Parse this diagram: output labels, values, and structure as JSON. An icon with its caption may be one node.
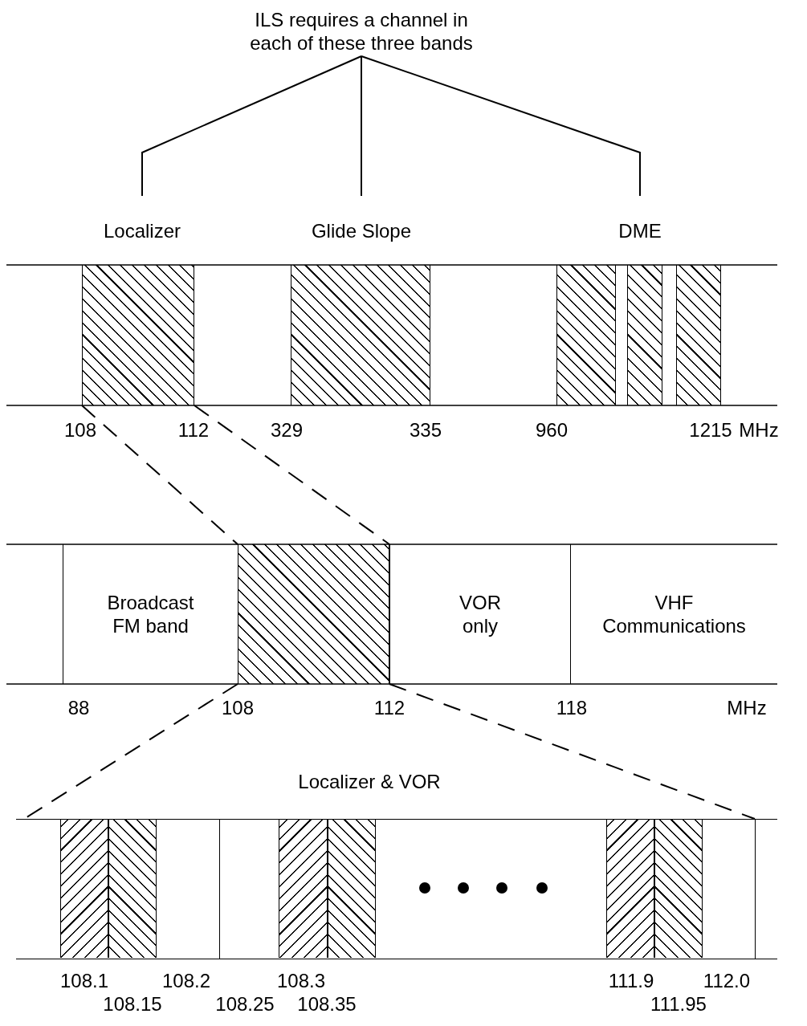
{
  "diagram": {
    "nodes": [
      {
        "text": [
          "ILS requires a channel in each of these three bands"
        ]
      },
      {
        "text": [
          "Localizer"
        ]
      },
      {
        "text": [
          "Glide Slope"
        ]
      },
      {
        "text": [
          "DME"
        ]
      },
      {
        "text": [],
        "shape": "box"
      },
      {
        "text": [],
        "shape": "box"
      },
      {
        "text": [],
        "shape": "box"
      },
      {
        "text": [],
        "shape": "box"
      },
      {
        "text": [],
        "shape": "box"
      },
      {
        "text": [
          "Broadcast FM band"
        ]
      },
      {
        "text": [],
        "shape": "box"
      },
      {
        "text": [
          "VOR only"
        ]
      },
      {
        "text": [
          "VHF Communications"
        ]
      },
      {
        "text": [],
        "shape": "band"
      },
      {
        "text": [],
        "shape": "box",
        "in": 13
      },
      {
        "text": [],
        "shape": "box",
        "in": 13
      },
      {
        "text": [],
        "shape": "box",
        "in": 13
      },
      {
        "text": [],
        "shape": "box",
        "in": 13
      },
      {
        "text": [],
        "shape": "box",
        "in": 13
      },
      {
        "text": [],
        "shape": "box",
        "in": 13
      }
    ],
    "edges": [
      {
        "from": 0,
        "to": 1,
        "arrow": "none"
      },
      {
        "from": 0,
        "to": 2,
        "arrow": "none"
      },
      {
        "from": 0,
        "to": 3,
        "arrow": "none"
      },
      {
        "from": 4,
        "to": 10,
        "arrow": "none",
        "style": "dashed"
      },
      {
        "from": 4,
        "to": 10,
        "arrow": "none",
        "style": "dashed"
      },
      {
        "from": 10,
        "to": 13,
        "arrow": "none",
        "style": "dashed"
      },
      {
        "from": 10,
        "to": 13,
        "arrow": "none",
        "style": "dashed"
      }
    ],
    "labels": [
      "108",
      "112",
      "329",
      "335",
      "960",
      "1215",
      "MHz",
      "88",
      "108",
      "112",
      "118",
      "MHz",
      "Localizer & VOR",
      "108.1",
      "108.2",
      "108.3",
      "111.9",
      "112.0",
      "108.15",
      "108.25",
      "108.35",
      "111.95"
    ]
  }
}
